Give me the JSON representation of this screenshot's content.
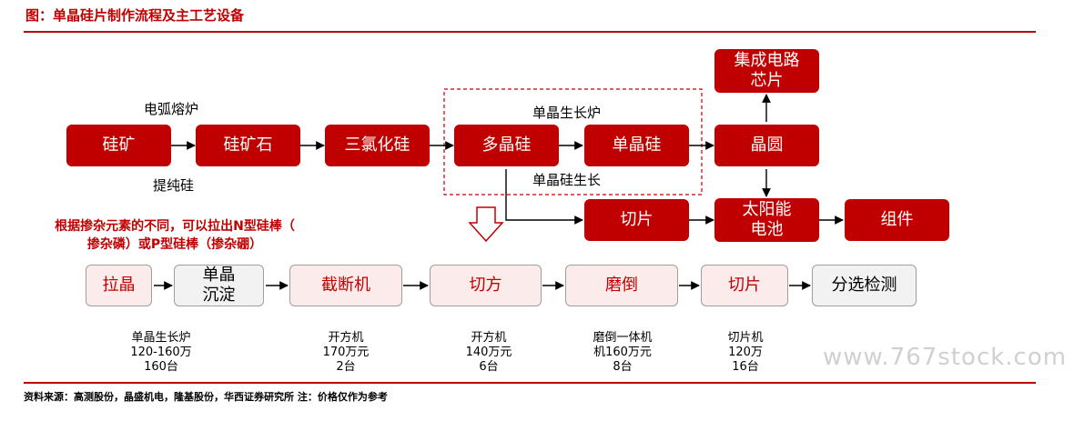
{
  "title": "图：单晶硅片制作流程及主工艺设备",
  "flow": {
    "box_ore": "硅矿",
    "box_ore_stone": "硅矿石",
    "box_trichloro": "三氯化硅",
    "box_poly": "多晶硅",
    "box_mono": "单晶硅",
    "box_wafer": "晶圆",
    "box_ic": "集成电路\n芯片",
    "box_slice": "切片",
    "box_solar": "太阳能\n电池",
    "box_module": "组件",
    "label_arc_furnace": "电弧熔炉",
    "label_purify": "提纯硅",
    "label_mono_furnace": "单晶生长炉",
    "label_mono_growth": "单晶硅生长"
  },
  "note": {
    "line1": "根据掺杂元素的不同，可以拉出N型硅棒（",
    "line2": "掺杂磷）或P型硅棒（掺杂硼）"
  },
  "process": {
    "step_pull": "拉晶",
    "step_settle": "单晶\n沉淀",
    "step_cut": "截断机",
    "step_square": "切方",
    "step_grind": "磨倒",
    "step_slice": "切片",
    "step_inspect": "分选检测"
  },
  "equipment": [
    {
      "name": "单晶生长炉",
      "price": "120-160万",
      "count": "160台"
    },
    {
      "name": "开方机",
      "price": "170万元",
      "count": "2台"
    },
    {
      "name": "开方机",
      "price": "140万元",
      "count": "6台"
    },
    {
      "name": "磨倒一体机",
      "price": "机160万元",
      "count": "8台"
    },
    {
      "name": "切片机",
      "price": "120万",
      "count": "16台"
    }
  ],
  "source": "资料来源：高测股份，晶盛机电，隆基股份，华西证券研究所 注：价格仅作为参考",
  "watermark": "www.767stock.com",
  "colors": {
    "accent": "#c00000",
    "pink_fill": "#fcebeb"
  }
}
